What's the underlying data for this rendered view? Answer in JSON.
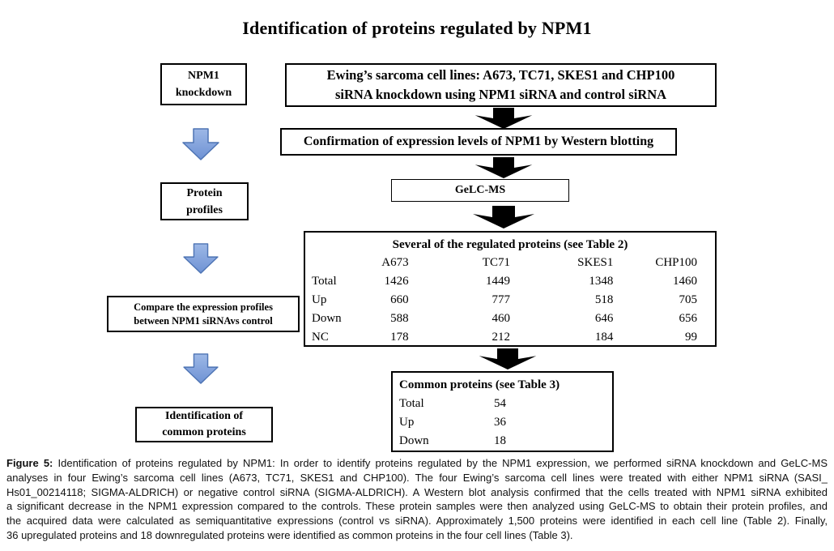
{
  "title": "Identification of proteins regulated by NPM1",
  "colors": {
    "box_border": "#000000",
    "black_arrow": "#000000",
    "blue_arrow_fill_top": "#9db8e6",
    "blue_arrow_fill_bottom": "#6e92d4",
    "blue_arrow_border": "#4e74b4"
  },
  "left_column": {
    "step1": {
      "line1": "NPM1",
      "line2": "knockdown"
    },
    "step2": {
      "line1": "Protein",
      "line2": "profiles"
    },
    "step3": {
      "line1": "Compare the expression profiles",
      "line2": "between NPM1 siRNAvs control"
    },
    "step4": {
      "line1": "Identification of",
      "line2": "common proteins"
    }
  },
  "main_column": {
    "cell_lines_box": {
      "line1": "Ewing’s sarcoma cell lines: A673, TC71, SKES1 and CHP100",
      "line2": "siRNA knockdown using NPM1 siRNA and control siRNA"
    },
    "confirmation_box": "Confirmation of expression levels of NPM1 by Western blotting",
    "gelcms_box": "GeLC-MS"
  },
  "chart_data": [
    {
      "type": "table",
      "title": "Several of the regulated proteins (see Table 2)",
      "columns": [
        "A673",
        "TC71",
        "SKES1",
        "CHP100"
      ],
      "rows": [
        {
          "label": "Total",
          "values": [
            "1426",
            "1449",
            "1348",
            "1460"
          ]
        },
        {
          "label": "Up",
          "values": [
            "660",
            "777",
            "518",
            "705"
          ]
        },
        {
          "label": "Down",
          "values": [
            "588",
            "460",
            "646",
            "656"
          ]
        },
        {
          "label": "NC",
          "values": [
            "178",
            "212",
            "184",
            "99"
          ]
        }
      ]
    },
    {
      "type": "table",
      "title": "Common proteins (see Table 3)",
      "rows": [
        {
          "label": "Total",
          "value": "54"
        },
        {
          "label": "Up",
          "value": "36"
        },
        {
          "label": "Down",
          "value": "18"
        }
      ]
    }
  ],
  "caption": {
    "label": "Figure 5:",
    "lines": [
      " Identification of proteins regulated by NPM1: In order to identify proteins regulated by the NPM1 expression, we performed siRNA knockdown and GeLC-MS",
      "analyses in four Ewing’s sarcoma cell lines (A673, TC71, SKES1 and CHP100). The four Ewing’s sarcoma cell lines were treated with either NPM1 siRNA (SASI_",
      "Hs01_00214118; SIGMA-ALDRICH) or negative control siRNA (SIGMA-ALDRICH). A Western blot analysis confirmed that the cells treated with NPM1 siRNA exhibited",
      "a significant decrease in the NPM1 expression compared to the controls. These protein samples were then analyzed using GeLC-MS to obtain their protein profiles, and",
      "the acquired data were calculated as semiquantitative expressions (control vs siRNA). Approximately 1,500 proteins were identified in each cell line (Table 2). Finally,",
      "36 upregulated proteins and 18 downregulated proteins were identified as common proteins in the four cell lines (Table 3)."
    ]
  }
}
